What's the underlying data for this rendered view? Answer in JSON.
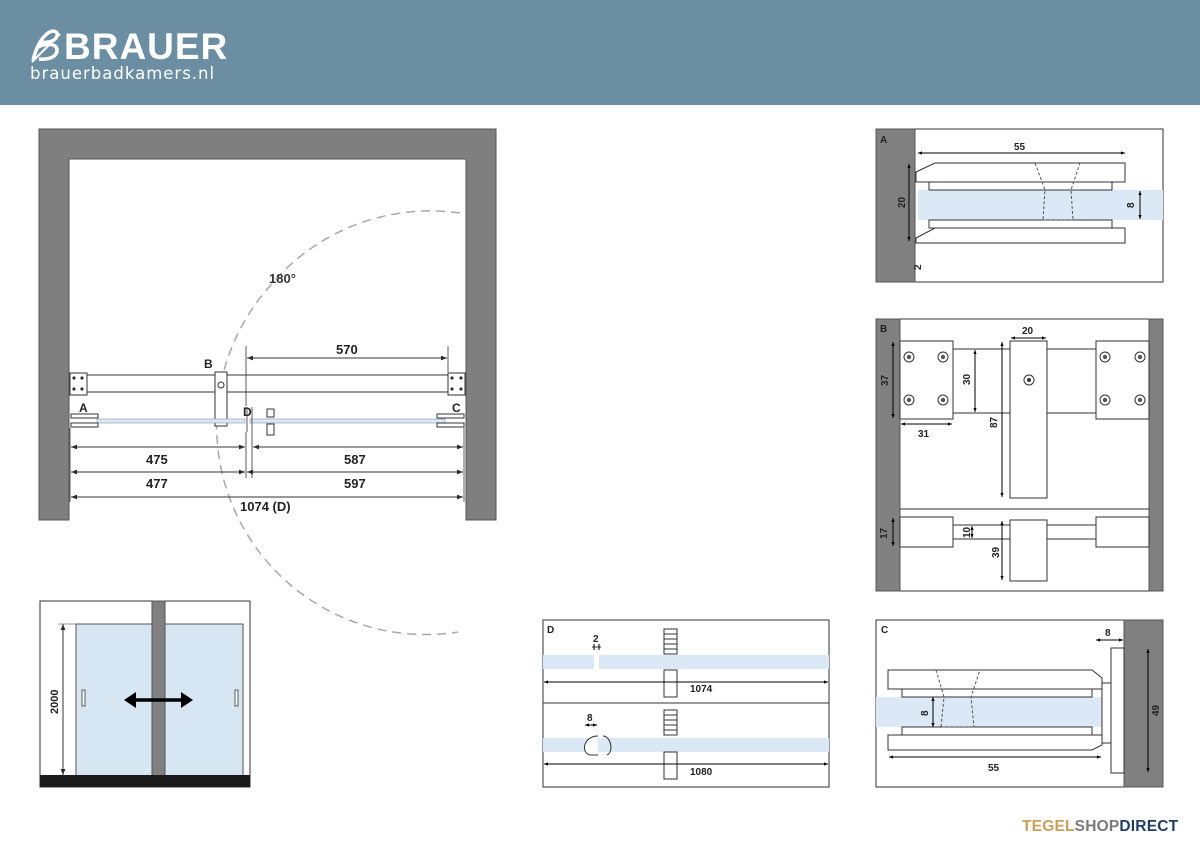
{
  "header": {
    "brand_name": "BRAUER",
    "brand_url": "brauerbadkamers.nl",
    "logo_icon": "brauer-logo-icon",
    "background": "#6b8ea3"
  },
  "plan": {
    "angle_label": "180°",
    "callout_a": "A",
    "callout_b": "B",
    "callout_c": "C",
    "callout_d": "D",
    "dim_570": "570",
    "dim_475": "475",
    "dim_587": "587",
    "dim_477": "477",
    "dim_597": "597",
    "dim_total": "1074 (D)"
  },
  "elevation": {
    "height_label": "2000",
    "arrow_icon": "sliding-double-arrow-icon"
  },
  "detail_a": {
    "title": "A",
    "dim_55": "55",
    "dim_20": "20",
    "dim_8": "8",
    "dim_2": "2"
  },
  "detail_b": {
    "title": "B",
    "dim_20": "20",
    "dim_37": "37",
    "dim_30": "30",
    "dim_87": "87",
    "dim_31": "31",
    "dim_17": "17",
    "dim_10": "10",
    "dim_39": "39"
  },
  "detail_c": {
    "title": "C",
    "dim_8_top": "8",
    "dim_8_left": "8",
    "dim_49": "49",
    "dim_55": "55"
  },
  "detail_d": {
    "title": "D",
    "dim_2": "2",
    "dim_1074": "1074",
    "dim_8": "8",
    "dim_1080": "1080"
  },
  "footer": {
    "part1": "TEGEL",
    "part2": "SHOP",
    "part3": "DIRECT",
    "colors": {
      "tegel": "#c5a15a",
      "shop": "#7a7a7a",
      "direct": "#1f3f66"
    }
  },
  "colors": {
    "wall": "#7f7f7f",
    "glass": "#dbe8f5",
    "line": "#2b2b2b"
  }
}
